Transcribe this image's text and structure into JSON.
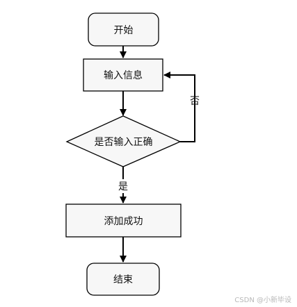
{
  "nodes": {
    "start": "开始",
    "input": "输入信息",
    "decision": "是否输入正确",
    "success": "添加成功",
    "end": "结束"
  },
  "edge_labels": {
    "no": "否",
    "yes": "是"
  },
  "watermark": "CSDN @小新毕设",
  "colors": {
    "fill_light": "#f7f7f7",
    "stroke": "#000000",
    "text": "#111111",
    "watermark": "#b8b8b8"
  }
}
